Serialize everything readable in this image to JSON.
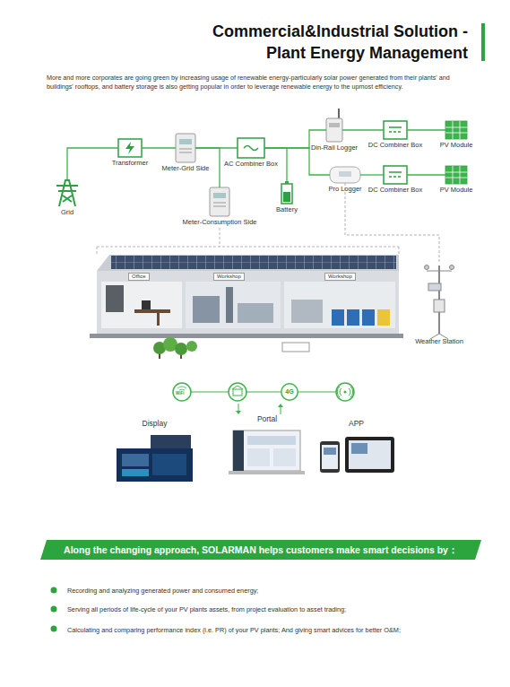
{
  "diagram": {
    "title": "Commercial&Industrial Solution - Plant Energy Management",
    "nodes": [
      {
        "text": [
          "Grid"
        ]
      },
      {
        "text": [
          "Transformer"
        ]
      },
      {
        "text": [
          "Meter-Grid Side"
        ]
      },
      {
        "text": [
          "AC Combiner Box"
        ]
      },
      {
        "text": [
          "Meter-Consumption Side"
        ]
      },
      {
        "text": [
          "Battery"
        ]
      },
      {
        "text": [
          "Din-Rail Logger"
        ]
      },
      {
        "text": [
          "Pro Logger"
        ]
      },
      {
        "text": [
          "DC Combiner Box"
        ]
      },
      {
        "text": [
          "PV Module"
        ]
      },
      {
        "text": [
          "DC Combiner Box"
        ]
      },
      {
        "text": [
          "PV Module"
        ]
      },
      {
        "text": [
          "Weather Station"
        ]
      },
      {
        "text": [
          "4G"
        ]
      },
      {
        "text": [
          "Display"
        ]
      },
      {
        "text": [
          "Portal"
        ]
      },
      {
        "text": [
          "APP"
        ]
      },
      {
        "text": [
          "Along the changing approach, SOLARMAN helps customers make smart decisions by："
        ]
      }
    ],
    "edges": [
      {
        "from": 0,
        "to": 1,
        "arrow": "none"
      },
      {
        "from": 1,
        "to": 2,
        "arrow": "none"
      },
      {
        "from": 2,
        "to": 3,
        "arrow": "none"
      },
      {
        "from": 2,
        "to": 4,
        "arrow": "none"
      },
      {
        "from": 3,
        "to": 5,
        "arrow": "none"
      },
      {
        "from": 3,
        "to": 6,
        "arrow": "none"
      },
      {
        "from": 3,
        "to": 7,
        "arrow": "none"
      },
      {
        "from": 6,
        "to": 8,
        "arrow": "none"
      },
      {
        "from": 8,
        "to": 9,
        "arrow": "none"
      },
      {
        "from": 7,
        "to": 10,
        "arrow": "none"
      },
      {
        "from": 10,
        "to": 11,
        "arrow": "none"
      },
      {
        "from": 7,
        "to": 12,
        "arrow": "none"
      }
    ],
    "labels": [
      "More and more corporates are going green by increasing usage of renewable energy-particularly solar power generated from their plants' and buildings' rooftops, and battery storage is also getting popular in order to leverage renewable energy to the upmost efficiency.",
      "Office",
      "Workshop",
      "Workshop",
      "WiFi",
      "Recording and analyzing generated power and consumed energy;",
      "Serving all periods of life-cycle of your PV plants assets, from project evaluation to asset trading;",
      "Calculating and comparing performance index (i.e. PR) of your PV plants; And giving smart advices for better O&M;"
    ]
  }
}
